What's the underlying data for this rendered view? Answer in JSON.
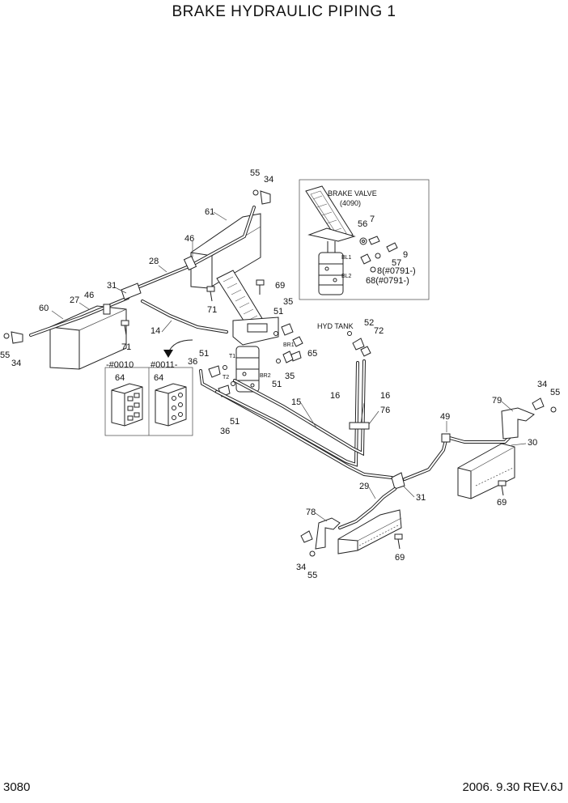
{
  "title": "BRAKE HYDRAULIC PIPING 1",
  "page_number": "3080",
  "footer_date": "2006. 9.30  REV.6J",
  "inset_brake_valve": {
    "title_line1": "BRAKE VALVE",
    "title_line2": "(4090)",
    "port_bl1": "BL1",
    "port_bl2": "BL2"
  },
  "serial_boxes": {
    "left_serial": "-#0010",
    "right_serial": "#0011-",
    "left_part": "64",
    "right_part": "64"
  },
  "ports": {
    "t1": "T1",
    "t2": "T2",
    "br1": "BR1",
    "br2": "BR2"
  },
  "hyd_tank_label": "HYD TANK",
  "callouts": {
    "c55_top": "55",
    "c34_top": "34",
    "c61": "61",
    "c46_upper": "46",
    "c28": "28",
    "c31_left": "31",
    "c46_lower": "46",
    "c27": "27",
    "c60": "60",
    "c55_left": "55",
    "c34_left": "34",
    "c71_left": "71",
    "c14": "14",
    "c71_mid": "71",
    "c69_mid": "69",
    "c51_a": "51",
    "c35_a": "35",
    "c36_a": "36",
    "c51_b": "51",
    "c65": "65",
    "c51_c": "51",
    "c35_b": "35",
    "c15": "15",
    "c51_d": "51",
    "c36_b": "36",
    "c56": "56",
    "c7": "7",
    "c9": "9",
    "c57": "57",
    "c8": "8(#0791-)",
    "c68": "68(#0791-)",
    "c52": "52",
    "c72": "72",
    "c16_left": "16",
    "c16_right": "16",
    "c76": "76",
    "c49": "49",
    "c79": "79",
    "c30": "30",
    "c34_right": "34",
    "c55_right": "55",
    "c69_right": "69",
    "c29": "29",
    "c31_bottom": "31",
    "c78": "78",
    "c69_bottom": "69",
    "c34_bottom": "34",
    "c55_bottom": "55"
  }
}
